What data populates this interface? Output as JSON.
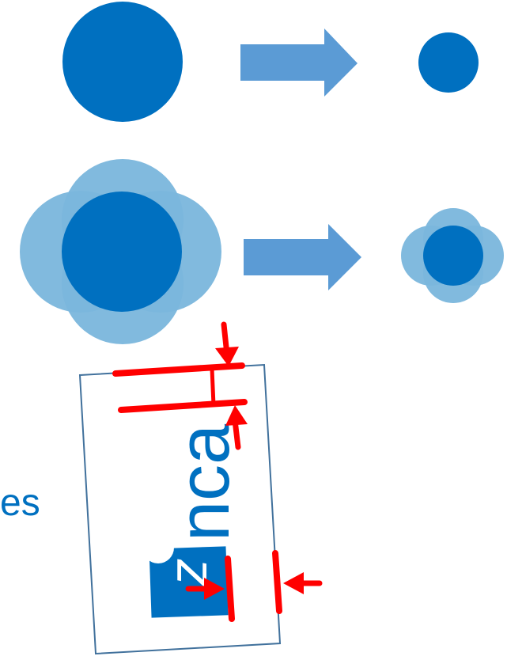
{
  "colors": {
    "circle_solid": "#0070C0",
    "circle_light": "#7AB6DC",
    "arrow_blue": "#5B9BD5",
    "marker_red": "#FF0000",
    "frame_outline": "#41719C"
  },
  "label_text": {
    "cropped_word": "ses",
    "rotated_word": "nca",
    "glyph_fragment": "z"
  },
  "icons": {
    "process_arrow": "right-arrow-icon",
    "pointer_arrow": "red-pointer-arrow-icon"
  }
}
